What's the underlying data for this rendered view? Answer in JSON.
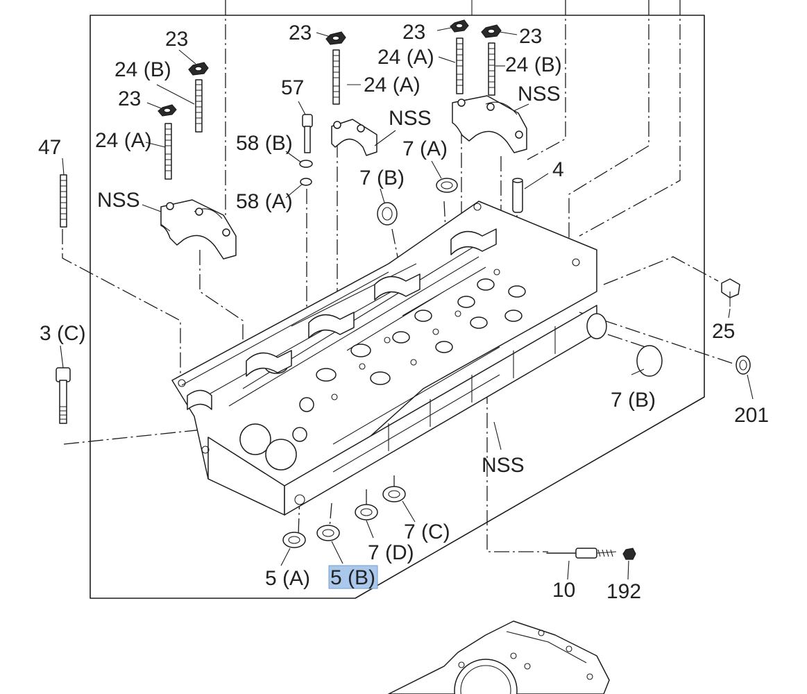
{
  "labels": {
    "l23_a": "23",
    "l24b_a": "24 (B)",
    "l23_b": "23",
    "l24a_a": "24 (A)",
    "l47": "47",
    "nss_a": "NSS",
    "l3c": "3 (C)",
    "l23_c": "23",
    "l24a_b": "24 (A)",
    "l57": "57",
    "l58b": "58 (B)",
    "l58a": "58 (A)",
    "nss_b": "NSS",
    "l7b_a": "7 (B)",
    "l7a": "7 (A)",
    "l23_d": "23",
    "l23_e": "23",
    "l24a_c": "24 (A)",
    "l24b_b": "24 (B)",
    "nss_c": "NSS",
    "l4": "4",
    "l25": "25",
    "l201": "201",
    "l7b_b": "7 (B)",
    "nss_d": "NSS",
    "l7c": "7 (C)",
    "l7d": "7 (D)",
    "l5a": "5 (A)",
    "l5b": "5 (B)",
    "l10": "10",
    "l192": "192"
  },
  "highlight": {
    "label": "5 (B)",
    "color": "#a9c8ec"
  }
}
